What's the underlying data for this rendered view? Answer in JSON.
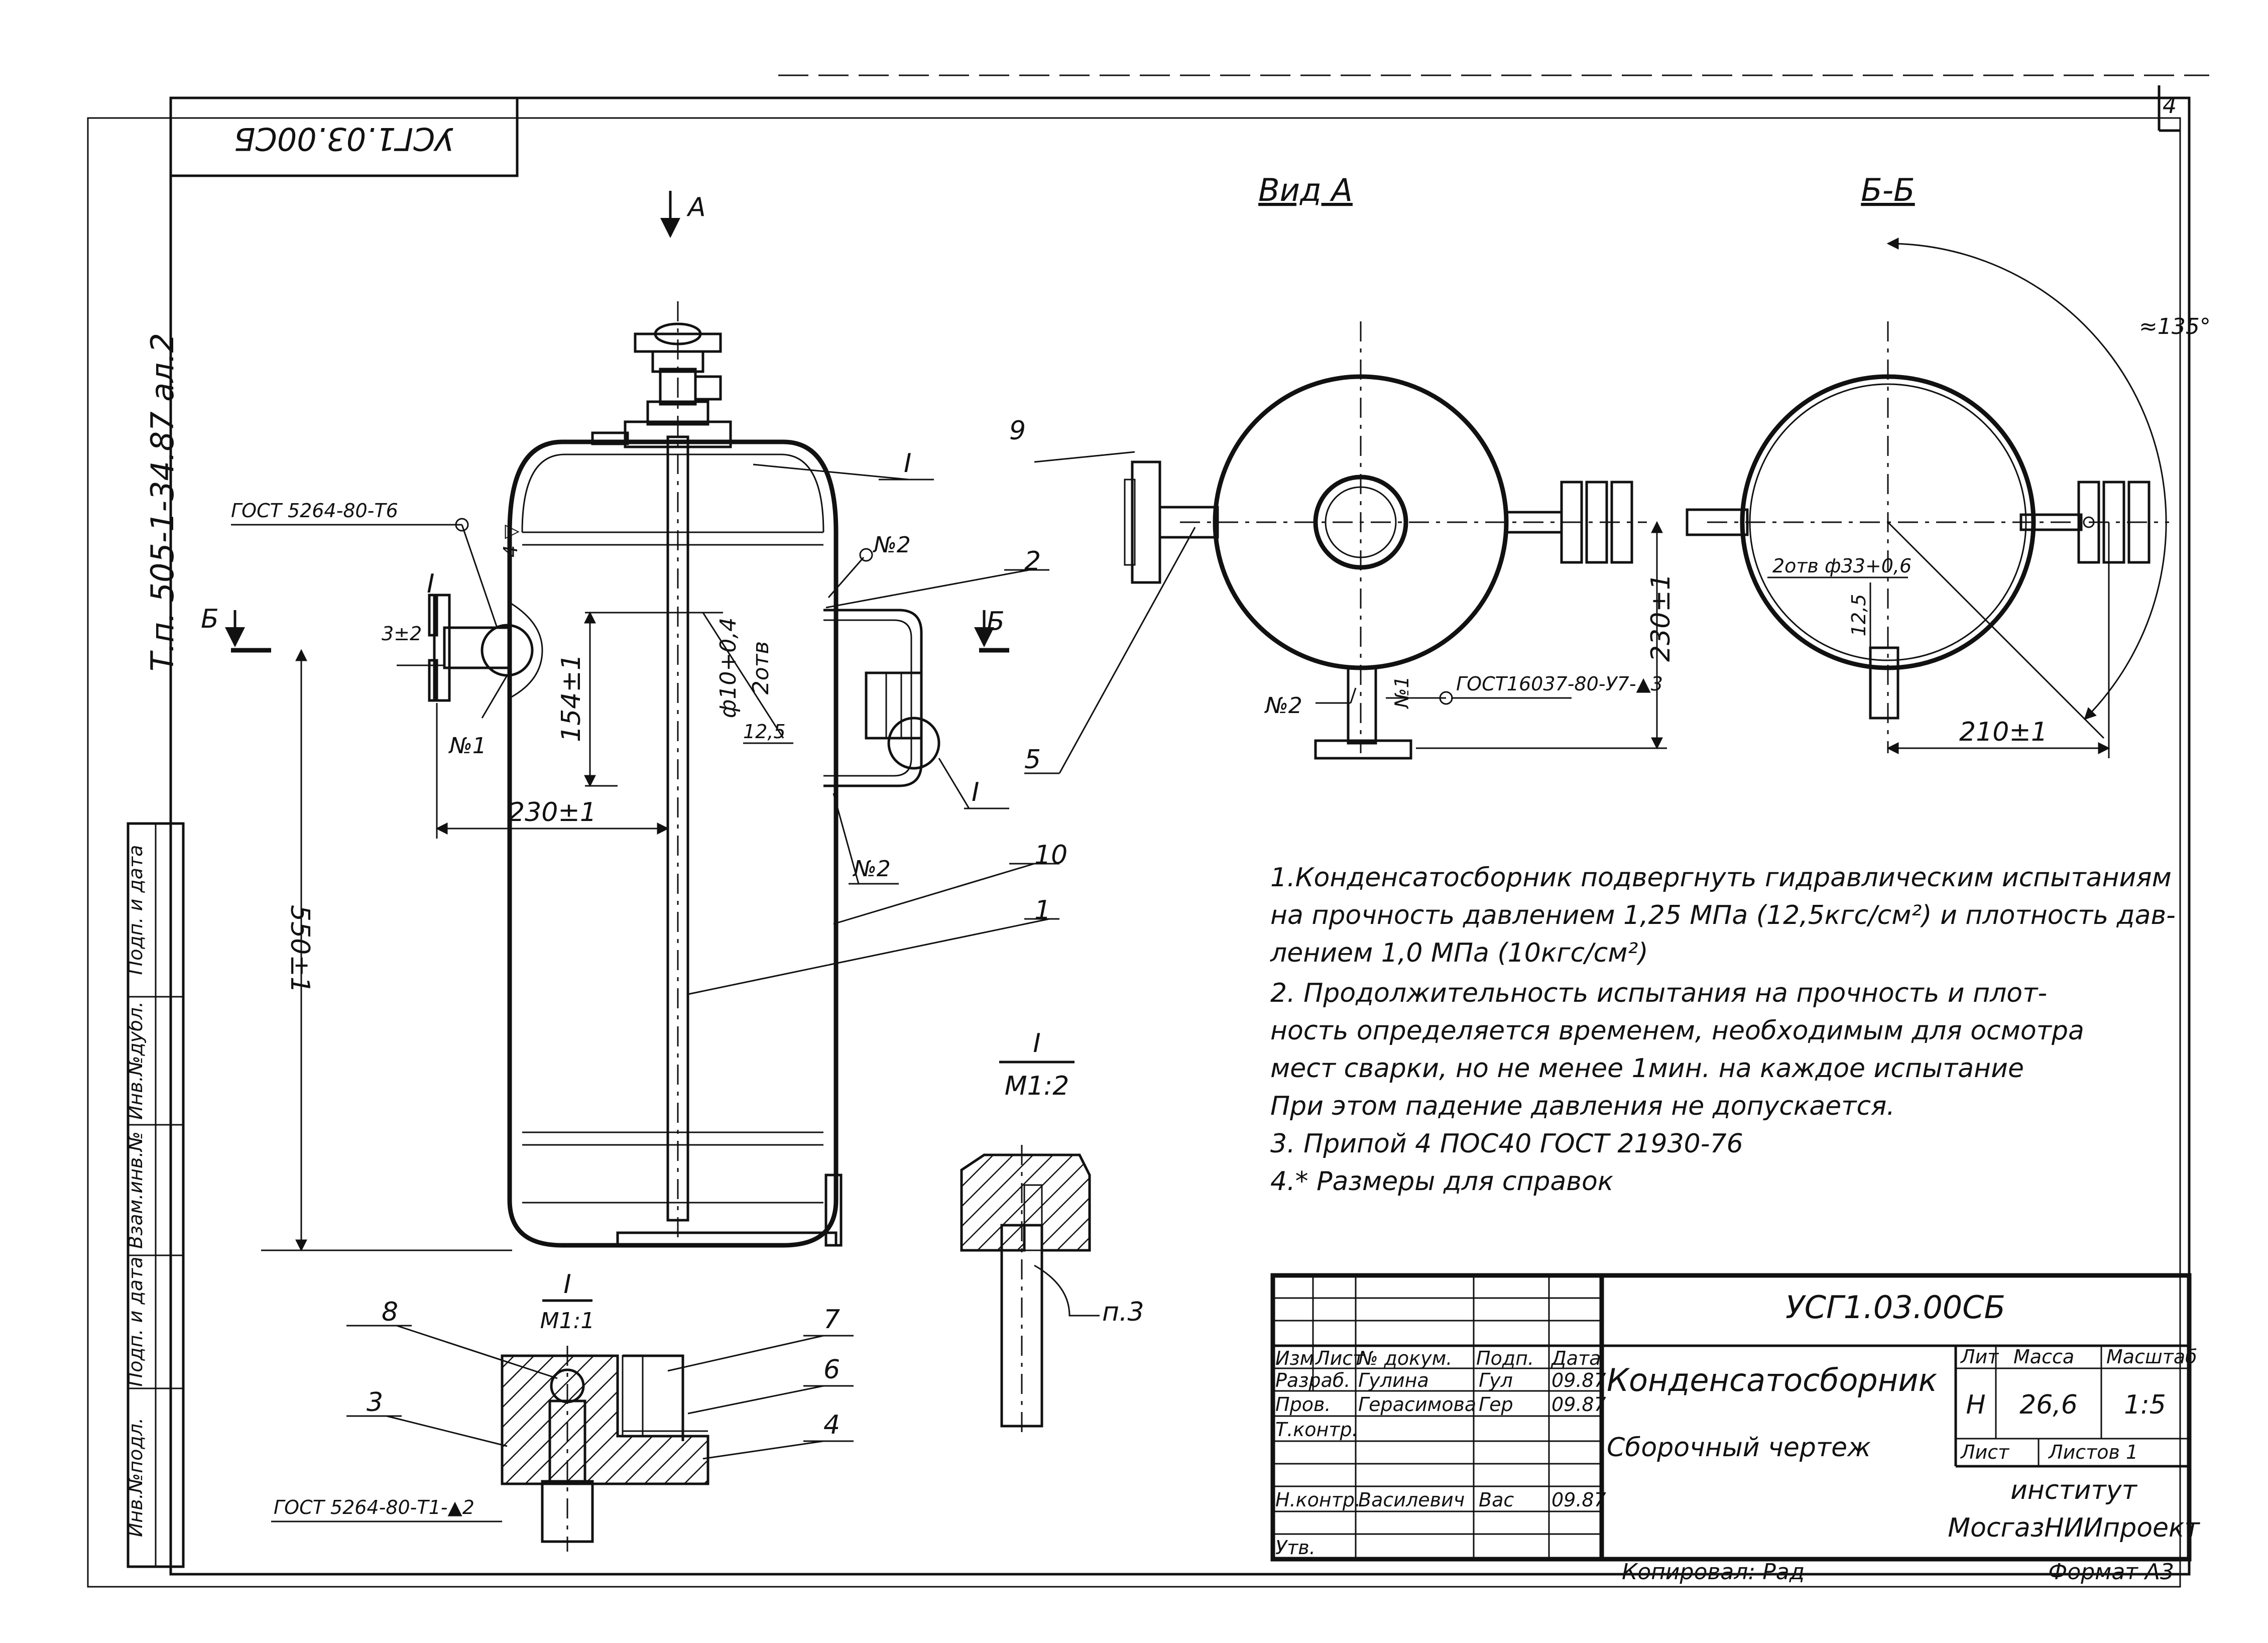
{
  "document_code": "УСГ1.03.00СБ",
  "document_code_rotated": "УСГ1.03.00СБ",
  "series_ref": "Т.п. 505-1-34.87 ал.2",
  "sheet_corner_mark": "4",
  "view_a_title": "Вид А",
  "section_bb_title": "Б-Б",
  "view_a_arrow": "А",
  "section_marks": {
    "left": "Б",
    "right": "Б"
  },
  "main_view": {
    "gost_callout_top": "ГОСТ 5264-80-Т6",
    "weld_callout_left": "4 ▽",
    "weld_no1": "№1",
    "weld_no2_top": "№2",
    "weld_no2_bottom": "№2",
    "detail_marks": [
      "I",
      "I",
      "I"
    ],
    "dim_3_2": "3±2",
    "dim_154": "154±1",
    "dim_230": "230±1",
    "dim_550": "550±1",
    "dim_hole": "ф10+0,4",
    "dim_hole_note": "2отв",
    "dim_12_5": "12,5"
  },
  "callouts": [
    "1",
    "2",
    "3",
    "4",
    "5",
    "6",
    "7",
    "8",
    "9",
    "10"
  ],
  "view_a": {
    "dim_230": "230±1",
    "weld_no2": "№2",
    "weld_no1": "№1",
    "gost_callout": "ГОСТ16037-80-У7-▲3"
  },
  "section_bb": {
    "angle": "≈135°",
    "holes": "2отв ф33+0,6",
    "dim_12_5": "12,5",
    "dim_210": "210±1"
  },
  "detail_1_scale_1": {
    "title": "I",
    "scale": "М1:1",
    "gost_callout": "ГОСТ 5264-80-Т1-▲2"
  },
  "detail_1_scale_2": {
    "title": "I",
    "scale": "М1:2",
    "note_ref": "п.3"
  },
  "notes": [
    "1.Конденсатосборник подвергнуть гидравлическим испытаниям",
    "на прочность давлением 1,25 МПа (12,5кгс/см²) и плотность дав-",
    "лением 1,0 МПа (10кгс/см²)",
    "2. Продолжительность испытания на прочность и плот-",
    "ность определяется временем, необходимым для осмотра",
    "мест сварки, но не менее 1мин. на каждое испытание",
    "При этом падение давления не допускается.",
    "3. Припой 4 ПОС40 ГОСТ 21930-76",
    "4.* Размеры для справок"
  ],
  "title_block": {
    "code": "УСГ1.03.00СБ",
    "name": "Конденсатосборник",
    "subtitle": "Сборочный чертеж",
    "header_cols": [
      "Изм",
      "Лист",
      "№ докум.",
      "Подп.",
      "Дата"
    ],
    "rows": [
      {
        "role": "Разраб.",
        "name": "Гулина",
        "sign": "Гул",
        "date": "09.87"
      },
      {
        "role": "Пров.",
        "name": "Герасимова",
        "sign": "Гер",
        "date": "09.87"
      },
      {
        "role": "Т.контр.",
        "name": "",
        "sign": "",
        "date": ""
      },
      {
        "role": "",
        "name": "",
        "sign": "",
        "date": ""
      },
      {
        "role": "Н.контр.",
        "name": "Василевич",
        "sign": "Вас",
        "date": "09.87"
      },
      {
        "role": "Утв.",
        "name": "",
        "sign": "",
        "date": ""
      }
    ],
    "lit_label": "Лит",
    "mass_label": "Масса",
    "scale_label": "Масштаб",
    "lit_value": "Н",
    "mass_value": "26,6",
    "scale_value": "1:5",
    "sheet_label": "Лист",
    "sheets_label": "Листов 1",
    "org_line1": "институт",
    "org_line2": "МосгазНИИпроект"
  },
  "side_stamp": [
    "Инв.№подл.",
    "Подп. и дата",
    "Взам.инв.№",
    "Инв.№дубл.",
    "Подп. и дата"
  ],
  "footer": {
    "copied": "Копировал: Рад",
    "format": "Формат А3"
  }
}
